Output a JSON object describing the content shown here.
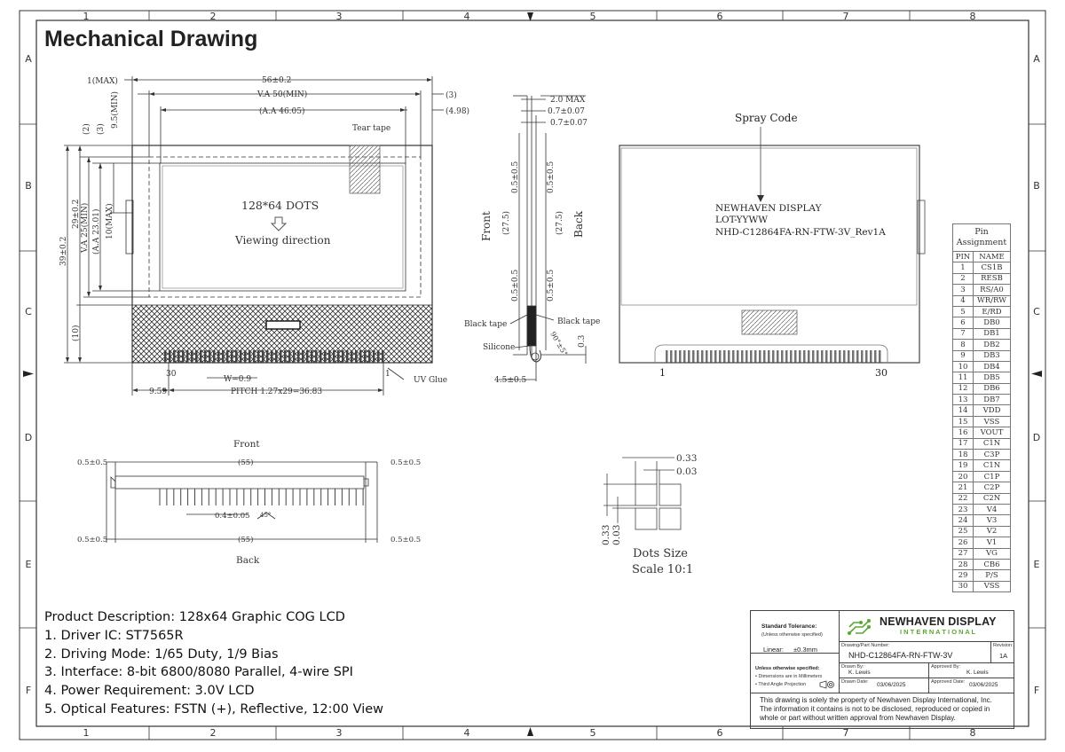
{
  "title": "Mechanical Drawing",
  "grid": {
    "columns": [
      "1",
      "2",
      "3",
      "4",
      "5",
      "6",
      "7",
      "8"
    ],
    "rows": [
      "A",
      "B",
      "C",
      "D",
      "E",
      "F"
    ]
  },
  "front_view": {
    "dims": {
      "max1": "1(MAX)",
      "width": "56±0.2",
      "va": "V.A 50(MIN)",
      "aa": "(A.A 46.05)",
      "r3": "(3)",
      "r498": "(4.98)",
      "l2": "(2)",
      "l3": "(3)",
      "l95": "9.5(MIN)",
      "height": "39±0.2",
      "h292": "29±0.2",
      "va25": "V.A 25(MIN)",
      "aa23": "(A.A 23.01)",
      "max10": "10(MAX)",
      "b10": "(10)",
      "w09": "W=0.9",
      "pitch": "PITCH 1.27x29=36.83",
      "left959": "9.59",
      "pin30": "30",
      "pin1": "1"
    },
    "labels": {
      "tear_tape": "Tear tape",
      "dots": "128*64 DOTS",
      "viewing": "Viewing direction",
      "uv_glue": "UV Glue"
    }
  },
  "side_view": {
    "dims": {
      "max20": "2.0 MAX",
      "t07a": "0.7±0.07",
      "t07b": "0.7±0.07",
      "f05a": "0.5±0.5",
      "f275": "(27.5)",
      "f05b": "0.5±0.5",
      "b05a": "0.5±0.5",
      "b275": "(27.5)",
      "b05b": "0.5±0.5",
      "angle": "90°±5°",
      "d03": "0.3",
      "d45": "4.5±0.5"
    },
    "labels": {
      "front": "Front",
      "back": "Back",
      "black_tape_l": "Black tape",
      "black_tape_r": "Black tape",
      "silicone": "Silicone"
    }
  },
  "back_view": {
    "spray_code": "Spray Code",
    "lines": [
      "NEWHAVEN DISPLAY",
      "LOT-YYWW",
      "NHD-C12864FA-RN-FTW-3V_Rev1A"
    ],
    "pin1": "1",
    "pin30": "30"
  },
  "fpc_view": {
    "front": "Front",
    "back": "Back",
    "dims": {
      "l1": "0.5±0.5",
      "m1": "(55)",
      "r1": "0.5±0.5",
      "l2": "0.5±0.5",
      "m2": "(55)",
      "r2": "0.5±0.5",
      "pin": "0.4±0.05",
      "angle": "45°"
    }
  },
  "dots_view": {
    "d033": "0.33",
    "d003": "0.03",
    "v033": "0.33",
    "v003": "0.03",
    "title": "Dots Size",
    "scale": "Scale 10:1"
  },
  "pin_table": {
    "title": "Pin Assignment",
    "headers": [
      "PIN",
      "NAME"
    ],
    "rows": [
      [
        "1",
        "CS1B"
      ],
      [
        "2",
        "RESB"
      ],
      [
        "3",
        "RS/A0"
      ],
      [
        "4",
        "WR/RW"
      ],
      [
        "5",
        "E/RD"
      ],
      [
        "6",
        "DB0"
      ],
      [
        "7",
        "DB1"
      ],
      [
        "8",
        "DB2"
      ],
      [
        "9",
        "DB3"
      ],
      [
        "10",
        "DB4"
      ],
      [
        "11",
        "DB5"
      ],
      [
        "12",
        "DB6"
      ],
      [
        "13",
        "DB7"
      ],
      [
        "14",
        "VDD"
      ],
      [
        "15",
        "VSS"
      ],
      [
        "16",
        "VOUT"
      ],
      [
        "17",
        "C1N"
      ],
      [
        "18",
        "C3P"
      ],
      [
        "19",
        "C1N"
      ],
      [
        "20",
        "C1P"
      ],
      [
        "21",
        "C2P"
      ],
      [
        "22",
        "C2N"
      ],
      [
        "23",
        "V4"
      ],
      [
        "24",
        "V3"
      ],
      [
        "25",
        "V2"
      ],
      [
        "26",
        "V1"
      ],
      [
        "27",
        "VG"
      ],
      [
        "28",
        "CB6"
      ],
      [
        "29",
        "P/S"
      ],
      [
        "30",
        "VSS"
      ]
    ]
  },
  "description": [
    "Product Description: 128x64 Graphic COG LCD",
    "1. Driver IC: ST7565R",
    "2. Driving Mode: 1/65 Duty, 1/9 Bias",
    "3. Interface: 8-bit 6800/8080 Parallel, 4-wire SPI",
    "4. Power Requirement: 3.0V LCD",
    "5. Optical Features: FSTN (+), Reflective, 12:00 View"
  ],
  "title_block": {
    "std_tol": "Standard Tolerance:",
    "unless1": "(Unless otherwise specified)",
    "linear_label": "Linear:",
    "linear_value": "±0.3mm",
    "company": "NEWHAVEN DISPLAY",
    "company_sub": "I N T E R N A T I O N A L",
    "part_label": "Drawing/Part Number:",
    "part": "NHD-C12864FA-RN-FTW-3V",
    "rev_label": "Revision:",
    "rev": "1A",
    "unless2": "Unless otherwise specified:",
    "note1": "• Dimensions are in Millimeters",
    "note2": "• Third Angle Projection",
    "drawn_label": "Drawn By:",
    "drawn": "K. Lewis",
    "approved_label": "Approved By:",
    "approved": "K. Lewis",
    "drawn_date_label": "Drawn Date:",
    "drawn_date": "03/06/2025",
    "approved_date_label": "Approved Date:",
    "approved_date": "03/06/2025",
    "footer": [
      "This drawing is solely the property of Newhaven Display International, Inc.",
      "The information it contains is not to be disclosed, reproduced or copied in",
      "whole or part without written approval from Newhaven Display."
    ]
  }
}
